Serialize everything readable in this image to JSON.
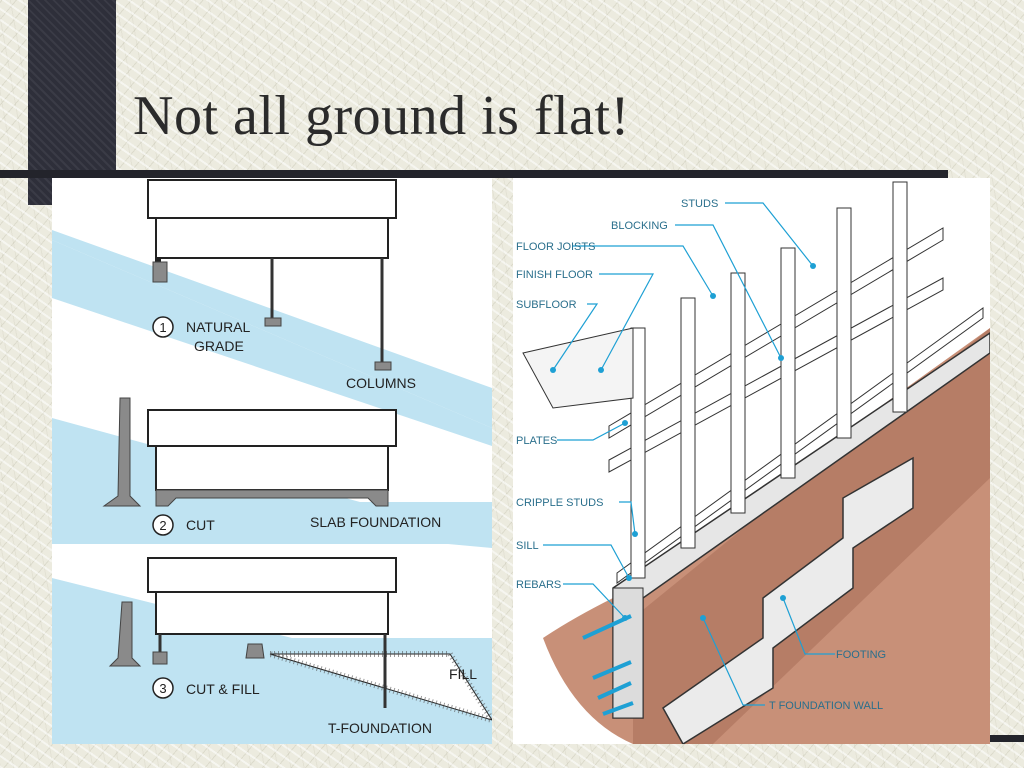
{
  "slide": {
    "title": "Not all ground is flat!"
  },
  "left_diagram": {
    "case1": {
      "number": "1",
      "label_line1": "NATURAL",
      "label_line2": "GRADE",
      "columns_label": "COLUMNS"
    },
    "case2": {
      "number": "2",
      "label": "CUT",
      "slab_label": "SLAB FOUNDATION"
    },
    "case3": {
      "number": "3",
      "label": "CUT & FILL",
      "fill_label": "FILL",
      "tfound_label": "T-FOUNDATION"
    }
  },
  "right_diagram": {
    "labels": {
      "studs": "STUDS",
      "blocking": "BLOCKING",
      "floor_joists": "FLOOR JOISTS",
      "finish_floor": "FINISH FLOOR",
      "subfloor": "SUBFLOOR",
      "plates": "PLATES",
      "cripple_studs": "CRIPPLE STUDS",
      "sill": "SILL",
      "rebars": "REBARS",
      "footing": "FOOTING",
      "t_foundation_wall": "T FOUNDATION WALL"
    }
  },
  "colors": {
    "water": "#bfe3f2",
    "earth": "#c89078",
    "concrete": "#e6e6e6",
    "leader": "#1ea0d4",
    "dark": "#2e2f3a"
  }
}
